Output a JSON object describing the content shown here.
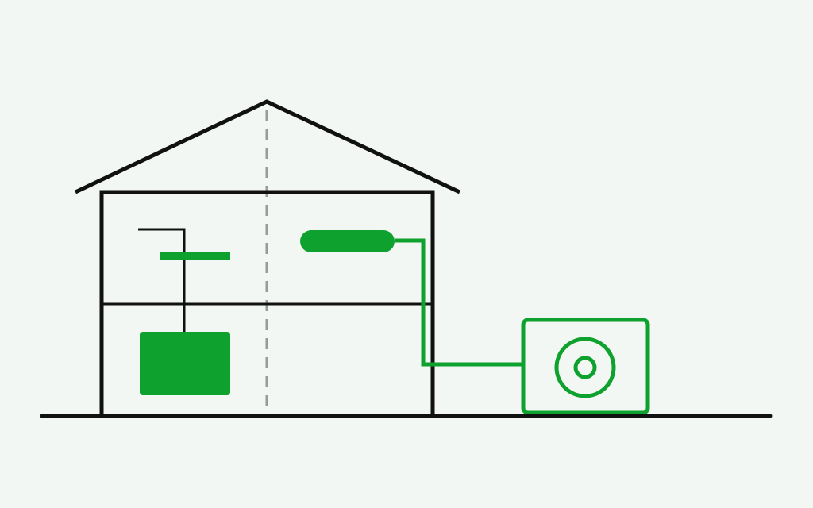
{
  "diagram": {
    "colors": {
      "background": "#f3f7f3",
      "outline": "#111111",
      "accent": "#0ea12e",
      "divider": "#9a9a9a"
    },
    "components": [
      "house-outline",
      "roof",
      "floor-divider",
      "center-dashed-line",
      "ground-line",
      "indoor-radiator",
      "indoor-tank",
      "outdoor-heat-pump-unit",
      "refrigerant-pipe"
    ]
  }
}
